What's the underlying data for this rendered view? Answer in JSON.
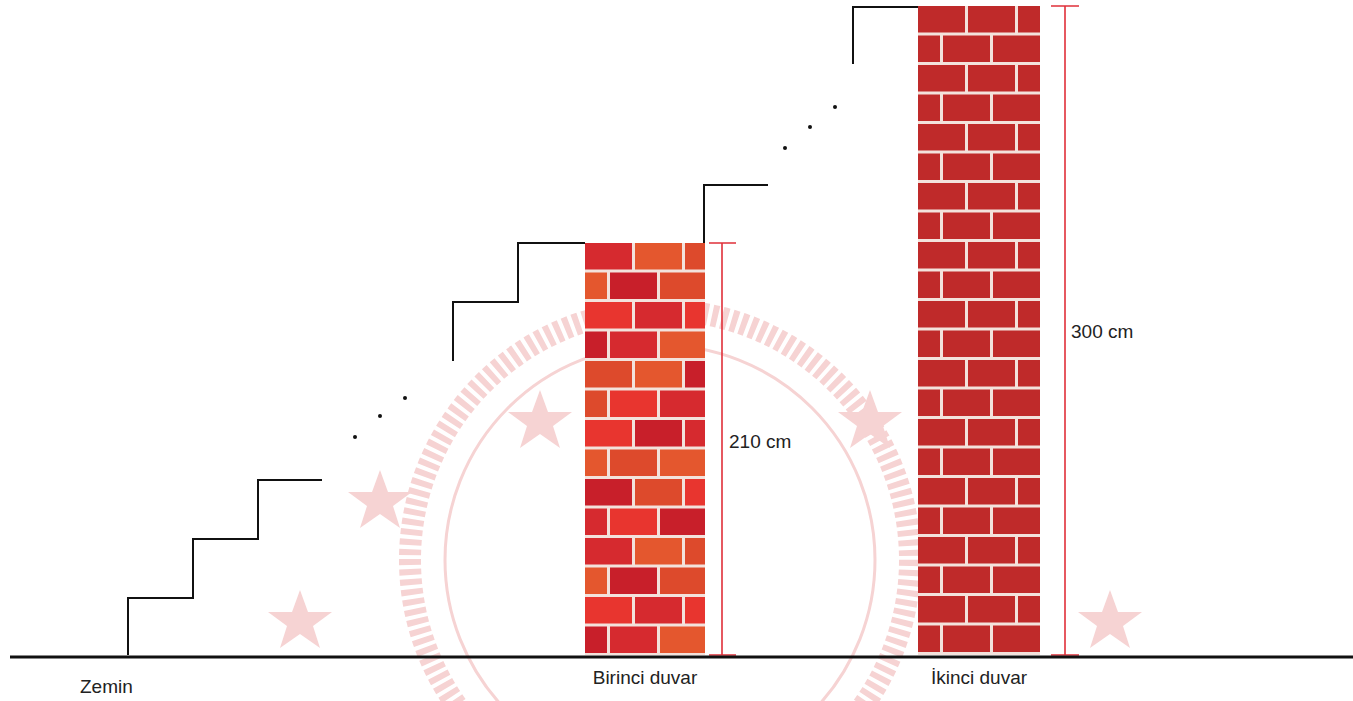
{
  "diagram": {
    "labels": [
      "Zemin",
      "Birinci duvar",
      "İkinci duvar",
      "210 cm",
      "300 cm"
    ]
  }
}
